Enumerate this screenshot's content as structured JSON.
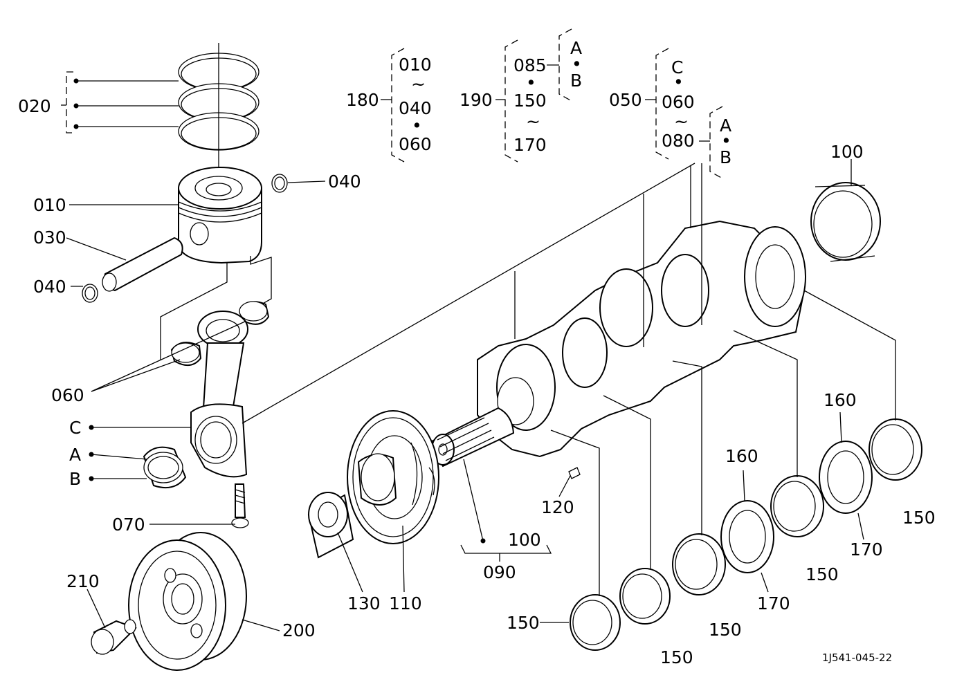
{
  "diagram": {
    "code": "1J541-045-22",
    "labels": {
      "p020": "020",
      "p010": "010",
      "p030": "030",
      "p040a": "040",
      "p040b": "040",
      "p060": "060",
      "pC": "C",
      "pA": "A",
      "pB": "B",
      "p070": "070",
      "p210": "210",
      "p200": "200",
      "p130": "130",
      "p110": "110",
      "p120": "120",
      "p100a": "100",
      "p090": "090",
      "p100b": "100",
      "p150a": "150",
      "p150b": "150",
      "p150c": "150",
      "p150d": "150",
      "p150e": "150",
      "p160a": "160",
      "p160b": "160",
      "p170a": "170",
      "p170b": "170"
    },
    "group180": {
      "label": "180",
      "items": [
        "010",
        "~",
        "040",
        "•",
        "060"
      ]
    },
    "group190": {
      "label": "190",
      "items": [
        "085",
        "•",
        "150",
        "~",
        "170"
      ],
      "sub": [
        "A",
        "•",
        "B"
      ]
    },
    "group050": {
      "label": "050",
      "items": [
        "C",
        "•",
        "060",
        "~",
        "080"
      ],
      "sub": [
        "A",
        "•",
        "B"
      ]
    }
  }
}
